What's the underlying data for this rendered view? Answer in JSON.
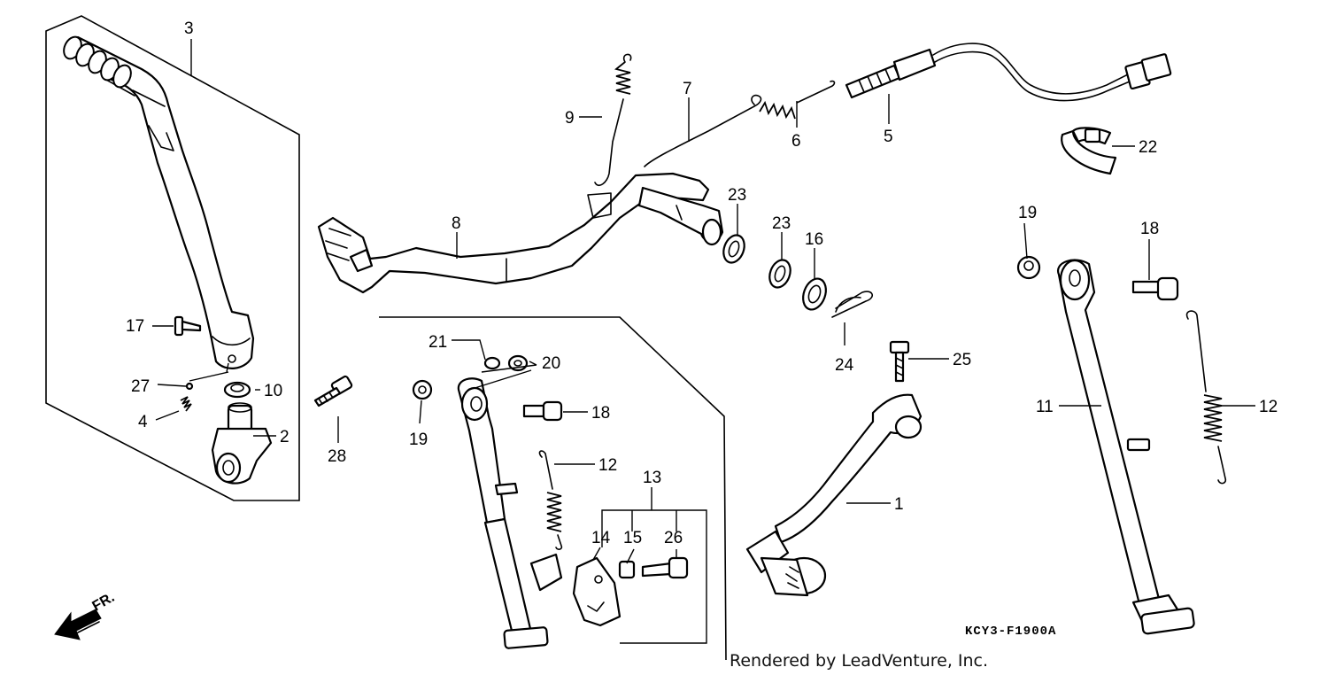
{
  "diagram": {
    "drawing_code": "KCY3-F1900A",
    "credit": "Rendered by LeadVenture, Inc.",
    "direction_label": "FR.",
    "callouts": {
      "c1": "1",
      "c2": "2",
      "c3": "3",
      "c4": "4",
      "c5": "5",
      "c6": "6",
      "c7": "7",
      "c8": "8",
      "c9": "9",
      "c10": "10",
      "c11": "11",
      "c12a": "12",
      "c12b": "12",
      "c13": "13",
      "c14": "14",
      "c15": "15",
      "c16": "16",
      "c17": "17",
      "c18a": "18",
      "c18b": "18",
      "c19a": "19",
      "c19b": "19",
      "c20": "20",
      "c21": "21",
      "c22": "22",
      "c23a": "23",
      "c23b": "23",
      "c24": "24",
      "c25": "25",
      "c26": "26",
      "c27": "27",
      "c28": "28"
    }
  }
}
